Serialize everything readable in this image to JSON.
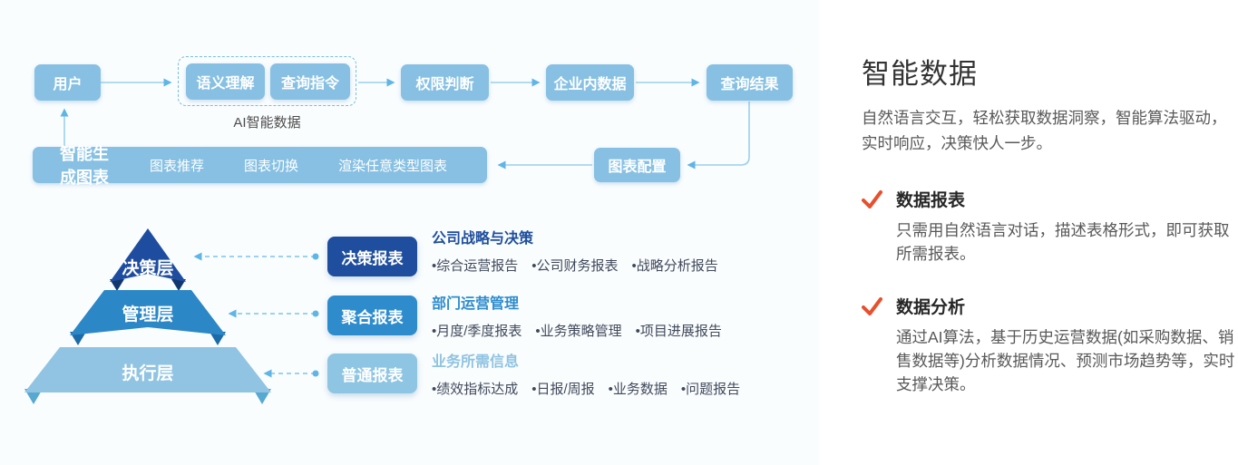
{
  "colors": {
    "flow_box": "#87c0e3",
    "arrow": "#9bd0ec",
    "arrowhead": "#5fb5e5",
    "pyramid_top": "#1e4da0",
    "pyramid_top_feet": "#10386f",
    "pyramid_mid": "#2c87c6",
    "pyramid_mid_feet": "#1b6ba9",
    "pyramid_bottom": "#90c4e2",
    "pyramid_bottom_feet": "#57a9d1",
    "btn_decision": "#1e4e9d",
    "btn_aggregate": "#2e8ccd",
    "btn_normal": "#8ec5e2",
    "check": "#e8502d"
  },
  "flowchart": {
    "user": "用户",
    "semantic": "语义理解",
    "query_cmd": "查询指令",
    "ai_group_label": "AI智能数据",
    "permission": "权限判断",
    "enterprise_data": "企业内数据",
    "query_result": "查询结果",
    "chart_config": "图表配置",
    "generate": {
      "title": "智能生成图表",
      "features": [
        "图表推荐",
        "图表切换",
        "渲染任意类型图表"
      ]
    }
  },
  "pyramid": {
    "levels": [
      {
        "label": "决策层",
        "color": "#1e4da0",
        "feet_color": "#10386f"
      },
      {
        "label": "管理层",
        "color": "#2c87c6",
        "feet_color": "#1b6ba9"
      },
      {
        "label": "执行层",
        "color": "#90c4e2",
        "feet_color": "#57a9d1"
      }
    ]
  },
  "reports": [
    {
      "button": "决策报表",
      "button_color": "#1e4e9d",
      "title": "公司战略与决策",
      "title_color": "#1e4e9d",
      "items": [
        "综合运营报告",
        "公司财务报表",
        "战略分析报告"
      ]
    },
    {
      "button": "聚合报表",
      "button_color": "#2e8ccd",
      "title": "部门运营管理",
      "title_color": "#2e8ccd",
      "items": [
        "月度/季度报表",
        "业务策略管理",
        "项目进展报告"
      ]
    },
    {
      "button": "普通报表",
      "button_color": "#8ec5e2",
      "title": "业务所需信息",
      "title_color": "#8fc3e1",
      "items": [
        "绩效指标达成",
        "日报/周报",
        "业务数据",
        "问题报告"
      ]
    }
  ],
  "panel": {
    "title": "智能数据",
    "intro": "自然语言交互，轻松获取数据洞察，智能算法驱动，实时响应，决策快人一步。",
    "features": [
      {
        "title": "数据报表",
        "body": "只需用自然语言对话，描述表格形式，即可获取所需报表。"
      },
      {
        "title": "数据分析",
        "body": "通过AI算法，基于历史运营数据(如采购数据、销售数据等)分析数据情况、预测市场趋势等，实时支撑决策。"
      }
    ]
  }
}
